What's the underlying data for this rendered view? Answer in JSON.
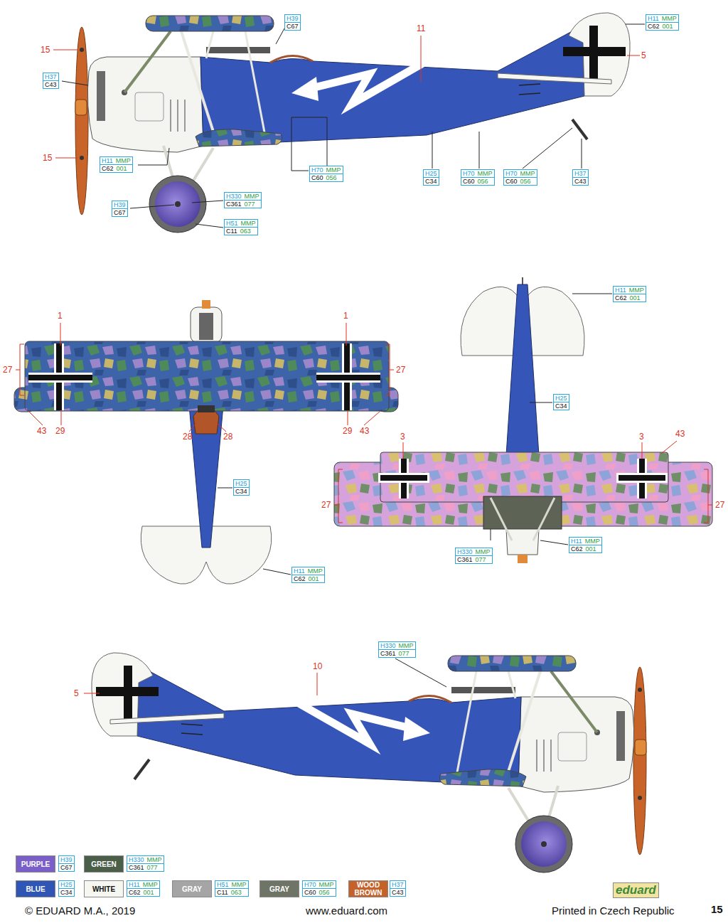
{
  "diagram": {
    "nodes": [
      {
        "text": [
          "H39",
          "C67"
        ]
      },
      {
        "text": [
          "H11",
          "MMP",
          "C62",
          "001"
        ]
      },
      {
        "text": [
          "H37",
          "C43"
        ]
      },
      {
        "text": [
          "H11",
          "MMP",
          "C62",
          "001"
        ]
      },
      {
        "text": [
          "H70",
          "MMP",
          "C60",
          "056"
        ]
      },
      {
        "text": [
          "H25",
          "C34"
        ]
      },
      {
        "text": [
          "H70",
          "MMP",
          "C60",
          "056"
        ]
      },
      {
        "text": [
          "H70",
          "MMP",
          "C60",
          "056"
        ]
      },
      {
        "text": [
          "H37",
          "C43"
        ]
      },
      {
        "text": [
          "H39",
          "C67"
        ]
      },
      {
        "text": [
          "H330",
          "MMP",
          "C361",
          "077"
        ]
      },
      {
        "text": [
          "H51",
          "MMP",
          "C11",
          "063"
        ]
      },
      {
        "text": [
          "H11",
          "MMP",
          "C62",
          "001"
        ]
      },
      {
        "text": [
          "H25",
          "C34"
        ]
      },
      {
        "text": [
          "H25",
          "C34"
        ]
      },
      {
        "text": [
          "H11",
          "MMP",
          "C62",
          "001"
        ]
      },
      {
        "text": [
          "H330",
          "MMP",
          "C361",
          "077"
        ]
      },
      {
        "text": [
          "H11",
          "MMP",
          "C62",
          "001"
        ]
      },
      {
        "text": [
          "H330",
          "MMP",
          "C361",
          "077"
        ]
      },
      {
        "text": [
          "H39",
          "C67"
        ]
      },
      {
        "text": [
          "H330",
          "MMP",
          "C361",
          "077"
        ]
      },
      {
        "text": [
          "H25",
          "C34"
        ]
      },
      {
        "text": [
          "H11",
          "MMP",
          "C62",
          "001"
        ]
      },
      {
        "text": [
          "H51",
          "MMP",
          "C11",
          "063"
        ]
      },
      {
        "text": [
          "H70",
          "MMP",
          "C60",
          "056"
        ]
      },
      {
        "text": [
          "H37",
          "C43"
        ]
      }
    ],
    "labels": [
      "15",
      "11",
      "5",
      "15",
      "1",
      "1",
      "27",
      "27",
      "43",
      "29",
      "28",
      "28",
      "29",
      "43",
      "3",
      "3",
      "43",
      "27",
      "27",
      "10",
      "5",
      "eduard",
      "© EDUARD M.A., 2019",
      "www.eduard.com",
      "Printed in Czech Republic",
      "15"
    ],
    "legend": [
      {
        "text": "PURPLE",
        "color": "#7b5fc9"
      },
      {
        "text": "GREEN",
        "color": "#4a5e48"
      },
      {
        "text": "BLUE",
        "color": "#2f55b5"
      },
      {
        "text": "WHITE",
        "color": "#f7f7f2"
      },
      {
        "text": "GRAY",
        "color": "#a5a5a5"
      },
      {
        "text": "GRAY",
        "color": "#6e7566"
      },
      {
        "text": "WOOD BROWN",
        "color": "#c4622a"
      }
    ]
  }
}
